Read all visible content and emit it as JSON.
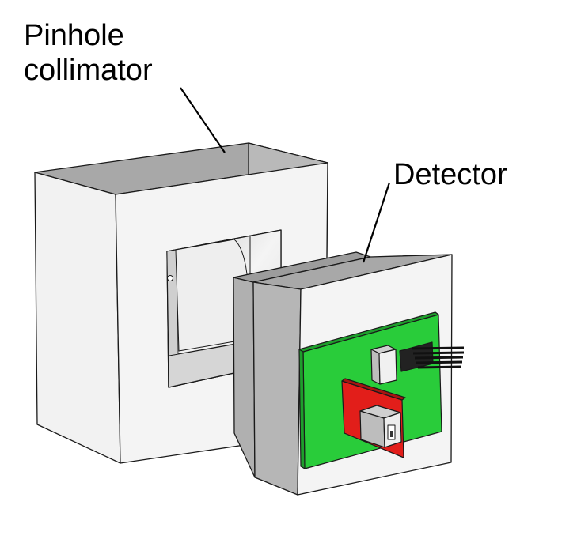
{
  "labels": {
    "collimator_line1": "Pinhole",
    "collimator_line2": "collimator",
    "detector": "Detector"
  },
  "colors": {
    "outline": "#1a1a1a",
    "face_front": "#f2f2f2",
    "face_top": "#a8a8a8",
    "face_side": "#b9b9b9",
    "board_green": "#29cc3a",
    "board_green_dark": "#1e9e2c",
    "bracket_red": "#e21e1a",
    "pins": "#222222"
  }
}
